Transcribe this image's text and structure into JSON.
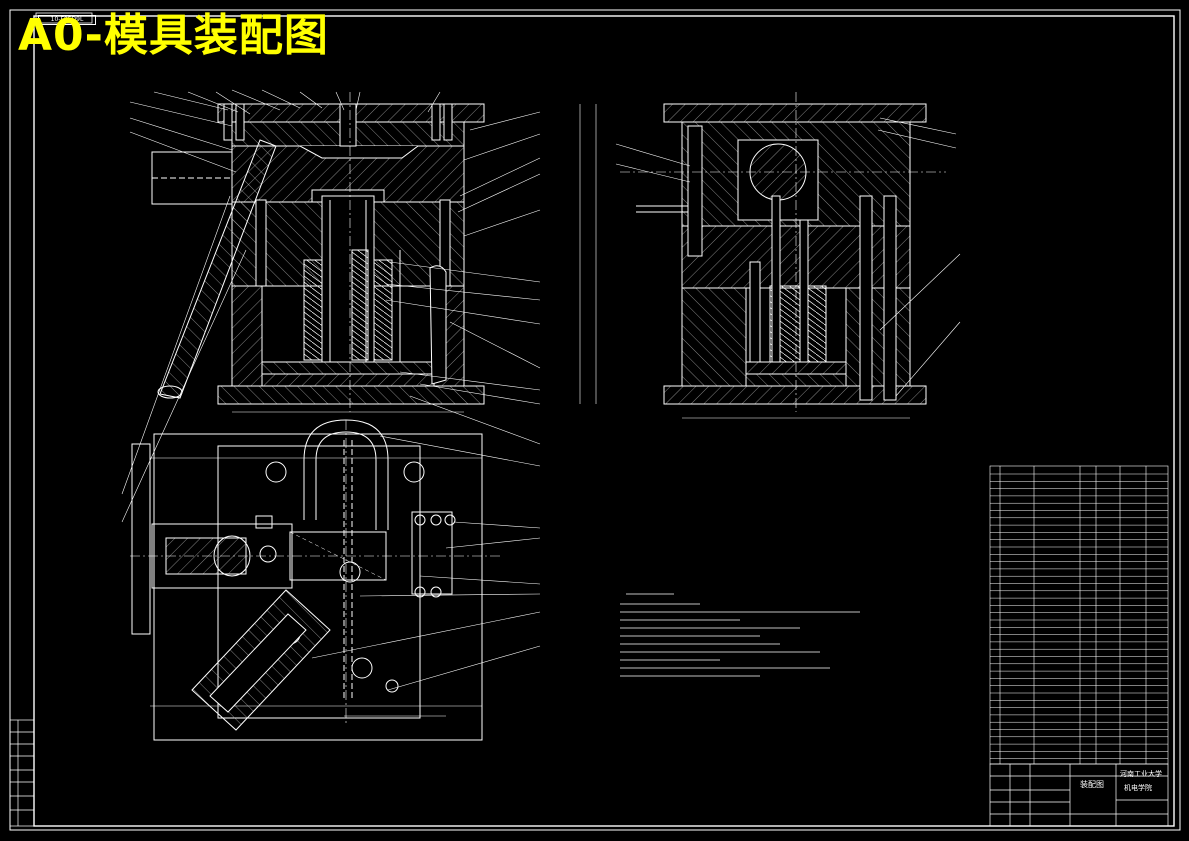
{
  "sheet": {
    "title": "A0-模具装配图",
    "corner_tag": "10-F05D9L",
    "drawing_name": "装配图",
    "school": "河南工业大学",
    "dept": "机电学院"
  },
  "colors": {
    "background": "#000000",
    "lines": "#ffffff",
    "title": "#ffff00",
    "hatch": "#b8b8b8"
  }
}
